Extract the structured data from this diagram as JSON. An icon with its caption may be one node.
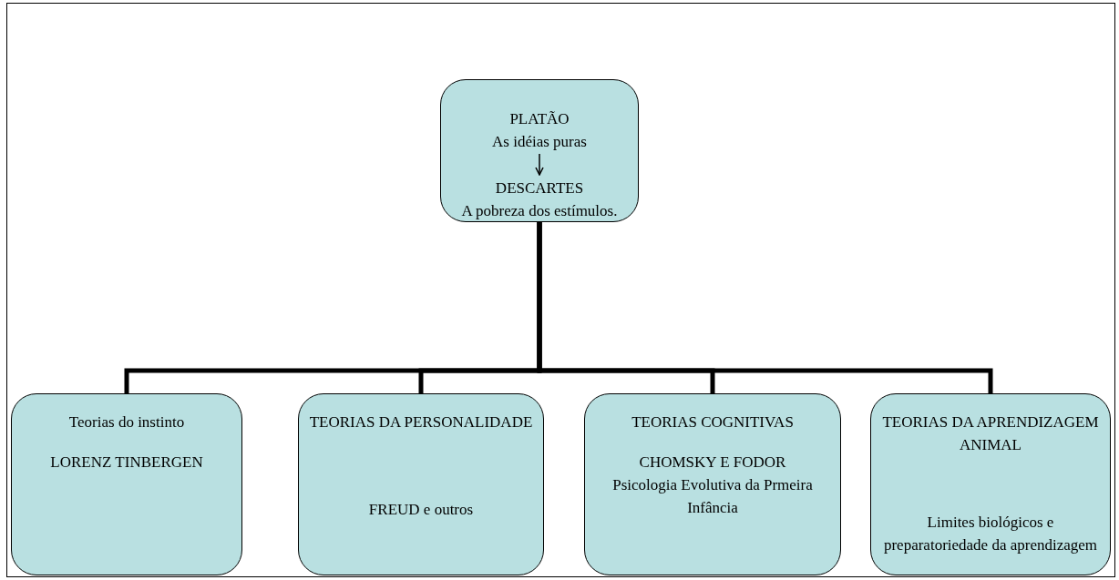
{
  "diagram": {
    "nodes": [
      {
        "text": [],
        "shape": "box"
      },
      {
        "text": [
          "PLATÃO",
          "As idéias puras"
        ],
        "in": 0
      },
      {
        "text": [
          "DESCARTES",
          "A pobreza dos estímulos."
        ],
        "in": 0
      },
      {
        "text": [
          "Teorias do instinto",
          "LORENZ TINBERGEN"
        ]
      },
      {
        "text": [
          "TEORIAS DA PERSONALIDADE",
          "FREUD e outros"
        ]
      },
      {
        "text": [
          "TEORIAS COGNITIVAS",
          "CHOMSKY E FODOR",
          "Psicologia Evolutiva da Prmeira Infância"
        ]
      },
      {
        "text": [
          "TEORIAS DA APRENDIZAGEM ANIMAL",
          "Limites biológicos e preparatoriedade da aprendizagem"
        ]
      }
    ],
    "edges": [
      {
        "from": 1,
        "to": 2,
        "arrow": "to"
      },
      {
        "from": 0,
        "to": 3,
        "arrow": "none"
      },
      {
        "from": 0,
        "to": 4,
        "arrow": "none"
      },
      {
        "from": 0,
        "to": 5,
        "arrow": "none"
      },
      {
        "from": 0,
        "to": 6,
        "arrow": "none"
      }
    ]
  }
}
